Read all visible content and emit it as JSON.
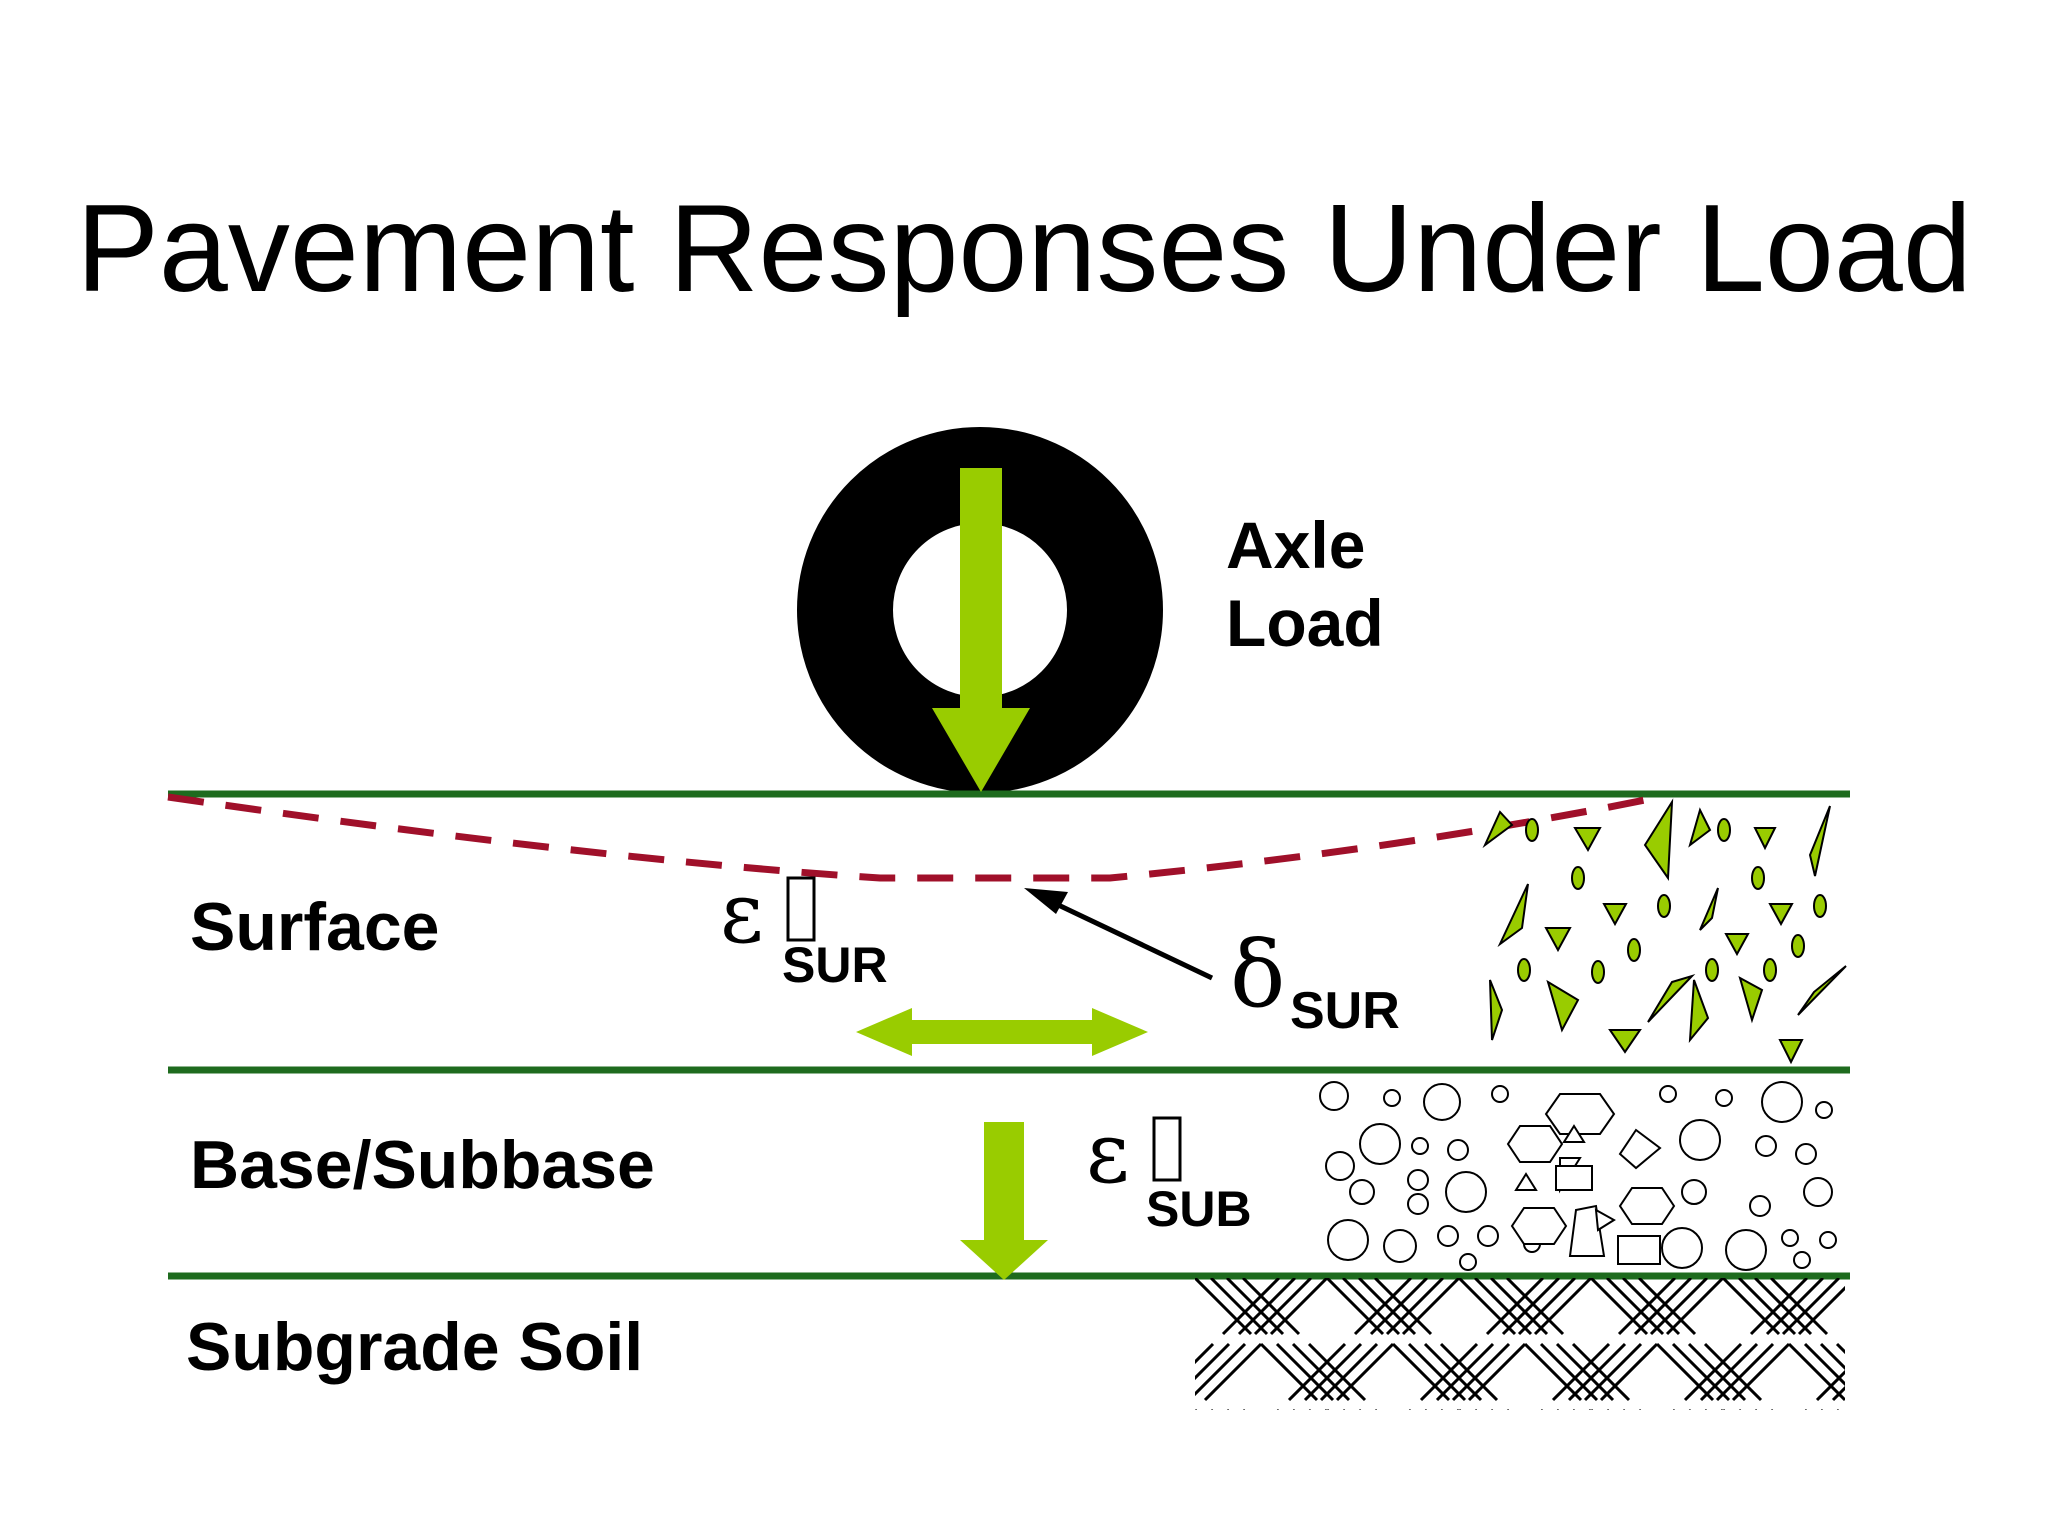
{
  "title": "Pavement Responses Under Load",
  "load": {
    "label_line1": "Axle",
    "label_line2": "Load"
  },
  "layers": {
    "surface": "Surface",
    "base": "Base/Subbase",
    "subgrade": "Subgrade Soil"
  },
  "responses": {
    "strain_surface": {
      "symbol": "ε",
      "sub": "SUR"
    },
    "deflection_surface": {
      "symbol": "δ",
      "sub": "SUR"
    },
    "strain_subgrade": {
      "symbol": "ε",
      "sub": "SUB"
    }
  },
  "colors": {
    "layer_line": "#1e6b1e",
    "arrow_green": "#99cc00",
    "deflection_dash": "#a0102a",
    "tire": "#000000"
  }
}
